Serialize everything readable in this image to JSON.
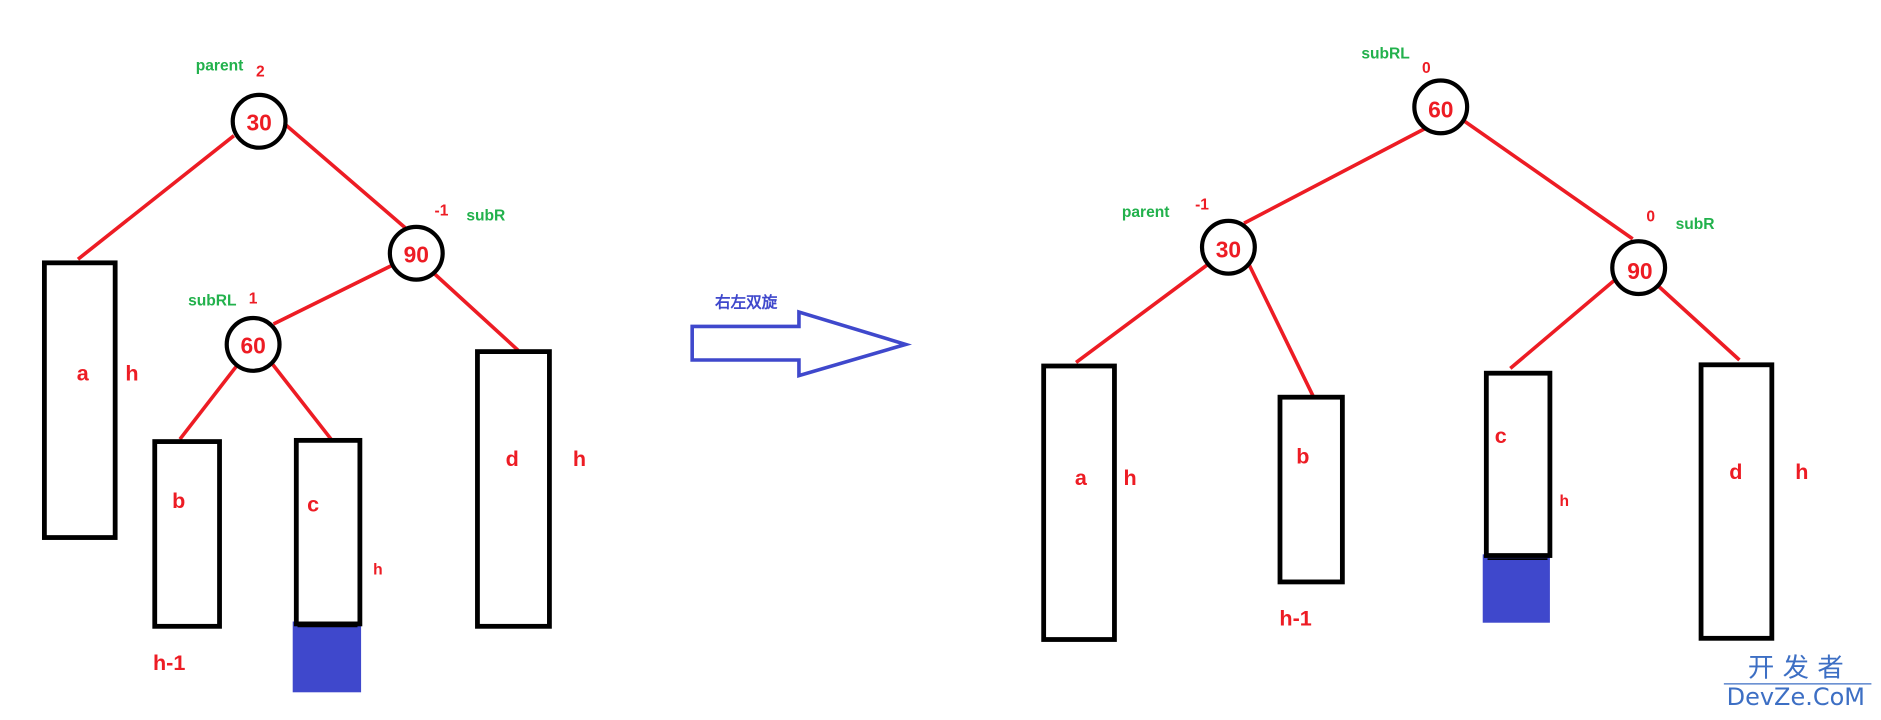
{
  "before": {
    "parent": {
      "name": "parent",
      "key": "30",
      "bf": "2"
    },
    "subR": {
      "name": "subR",
      "key": "90",
      "bf": "-1"
    },
    "subRL": {
      "name": "subRL",
      "key": "60",
      "bf": "1"
    },
    "subtrees": {
      "a": "a",
      "b": "b",
      "c": "c",
      "d": "d"
    },
    "heights": {
      "a": "h",
      "b": "h-1",
      "c": "h",
      "d": "h"
    }
  },
  "operation": {
    "label": "右左双旋"
  },
  "after": {
    "subRL": {
      "name": "subRL",
      "key": "60",
      "bf": "0"
    },
    "parent": {
      "name": "parent",
      "key": "30",
      "bf": "-1"
    },
    "subR": {
      "name": "subR",
      "key": "90",
      "bf": "0"
    },
    "subtrees": {
      "a": "a",
      "b": "b",
      "c": "c",
      "d": "d"
    },
    "heights": {
      "a": "h",
      "b": "h-1",
      "c": "h",
      "d": "h"
    }
  },
  "colors": {
    "edge": "#ed1c24",
    "name": "#22b14c",
    "fill": "#3f48cc"
  },
  "watermark": {
    "line1": "开 发 者",
    "line2": "DevZe.CoM"
  }
}
